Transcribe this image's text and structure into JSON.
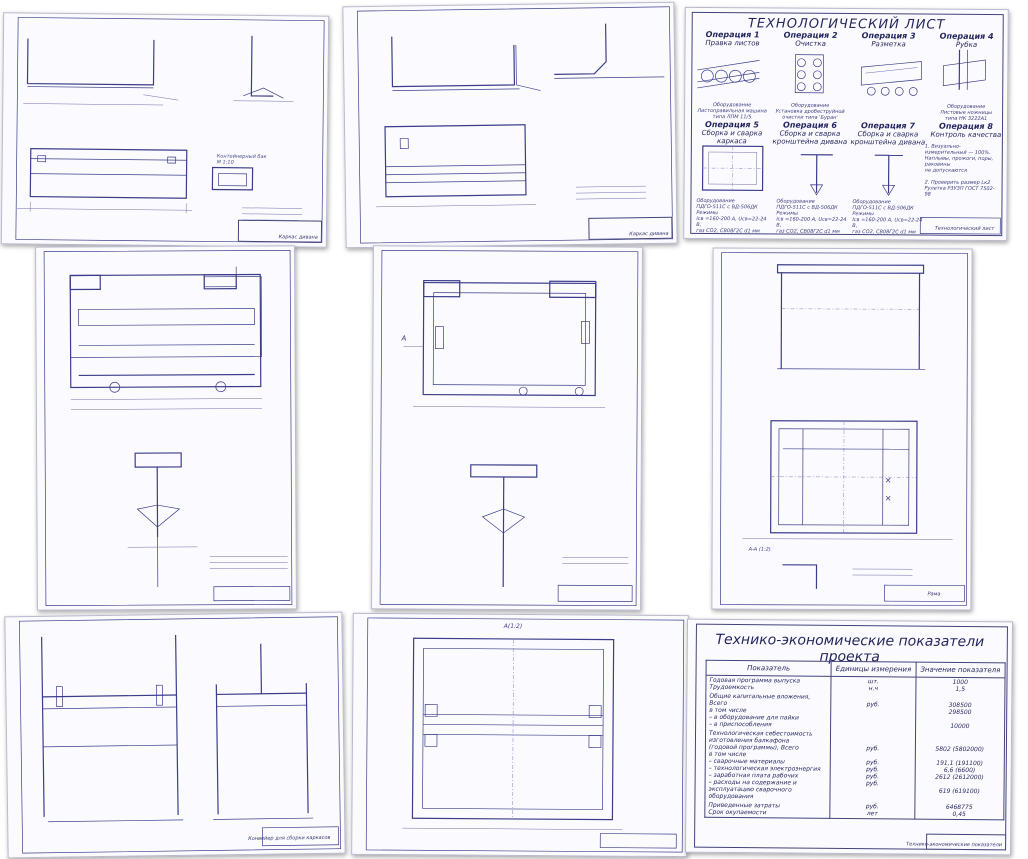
{
  "sheets": {
    "sheet1": {
      "stamp": "Каркас дивана",
      "section_label": "Контейнерный бак",
      "section_scale": "М 1:10"
    },
    "sheet2": {
      "stamp": "Каркас дивана"
    },
    "sheet3": {
      "title": "ТЕХНОЛОГИЧЕСКИЙ ЛИСТ",
      "operations": [
        {
          "head": "Операция 1",
          "name": "Правка листов",
          "equipment": "Оборудование\nЛистоправильная машина\nтипа ЛПМ 11/5"
        },
        {
          "head": "Операция 2",
          "name": "Очистка",
          "equipment": "Оборудование\nУстановка дробеструйной\nочистки типа 'Буран'"
        },
        {
          "head": "Операция 3",
          "name": "Разметка",
          "equipment": ""
        },
        {
          "head": "Операция 4",
          "name": "Рубка",
          "equipment": "Оборудование\nЛистовые ножницы\nтипа НК 3222А1"
        },
        {
          "head": "Операция 5",
          "name": "Сборка и сварка\nкаркаса",
          "equipment": "Оборудование\nПДГО-511С с ВД-506ДК\nРежимы\nIсв =160-200 А, Uсв=22-24 В,\nгаз СО2, СВ08Г2С d1 мм"
        },
        {
          "head": "Операция 6",
          "name": "Сборка и сварка\nкронштейна дивана",
          "equipment": "Оборудование\nПДГО-511С с ВД-506ДК\nРежимы\nIсв =160-200 А, Uсв=22-24 В,\nгаз СО2, СВ08Г2С d1 мм"
        },
        {
          "head": "Операция 7",
          "name": "Сборка и сварка\nкронштейна дивана",
          "equipment": "Оборудование\nПДГО-511С с ВД-506ДК\nРежимы\nIсв =160-200 А, Uсв=22-24 В,\nгаз СО2, СВ08Г2С d1 мм"
        },
        {
          "head": "Операция 8",
          "name": "Контроль качества",
          "equipment": "1. Визуально-измерительный — 100%.\nНаплывы, прожоги, поры, раковины\nне допускаются\n\n2. Проверить размер Lк2\nРулетка Р3УЗП ГОСТ 7502-98"
        }
      ],
      "stamp": "Технологический лист"
    },
    "sheet4": {
      "stamp": ""
    },
    "sheet5": {
      "view_label": "А"
    },
    "sheet6": {
      "stamp": "Рама",
      "view_label": "А-А (1:2)"
    },
    "sheet7": {
      "stamp": "Конвейер для сборки каркасов"
    },
    "sheet8": {
      "top_label": "А(1:2)"
    },
    "sheet9": {
      "title": "Технико-экономические показатели проекта",
      "headers": {
        "name": "Показатель",
        "unit": "Единицы измерения",
        "value": "Значение показателя"
      },
      "rows": [
        {
          "name": [
            "Годовая программа выпуска",
            "Трудоемкость"
          ],
          "unit": [
            "шт.",
            "н.ч"
          ],
          "value": [
            "1000",
            "1,5"
          ]
        },
        {
          "name": [
            "Общие капитальные вложения,",
            "Всего",
            "в том числе",
            "– в оборудование для пайки",
            "– в приспособления"
          ],
          "unit": [
            "",
            "руб.",
            "",
            "",
            ""
          ],
          "value": [
            "",
            "308500",
            "298500",
            "",
            "10000"
          ]
        },
        {
          "name": [
            "Технологическая себестоимость",
            "изготовления балкафона",
            "(годовой программы), Всего",
            "в том числе",
            "– сварочные материалы",
            "– технологическая электроэнергия",
            "– заработная плата рабочих",
            "– расходы на содержание и",
            "  эксплуатацию сварочного",
            "  оборудования"
          ],
          "unit": [
            "",
            "",
            "руб.",
            "",
            "руб.",
            "руб.",
            "руб.",
            "руб.",
            "",
            ""
          ],
          "value": [
            "",
            "",
            "5802  (5802000)",
            "",
            "191,1  (191100)",
            "6,6  (6600)",
            "2612  (2612000)",
            "",
            "619  (619100)",
            ""
          ]
        },
        {
          "name": [
            "Приведенные затраты",
            "Срок окупаемости"
          ],
          "unit": [
            "руб.",
            "лет"
          ],
          "value": [
            "6468775",
            "0,45"
          ]
        }
      ],
      "stamp": "Технико-экономические показатели"
    }
  }
}
